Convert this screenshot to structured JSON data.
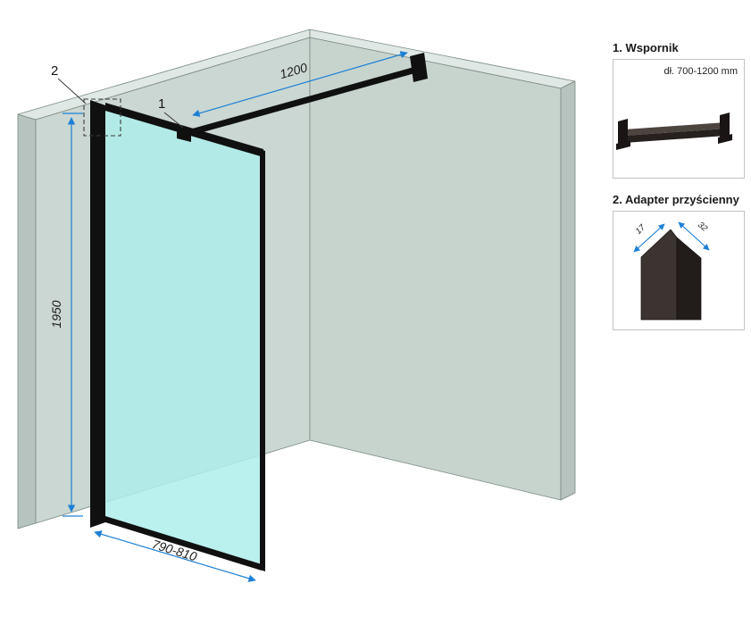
{
  "scene": {
    "callout_1": "1",
    "callout_2": "2",
    "dim_bar": "1200",
    "dim_height": "1950",
    "dim_width": "790-810"
  },
  "panel": {
    "item1": {
      "title": "1. Wspornik",
      "length": "dł. 700-1200 mm"
    },
    "item2": {
      "title": "2. Adapter przyścienny",
      "dim_depth": "17",
      "dim_width": "32"
    }
  },
  "colors": {
    "accent_blue": "#1d80d6",
    "wall_face": "#cbd7d2",
    "wall_top": "#dfe8e4",
    "wall_side": "#b6c3be",
    "glass": "#aeedeb",
    "frame": "#101010"
  }
}
